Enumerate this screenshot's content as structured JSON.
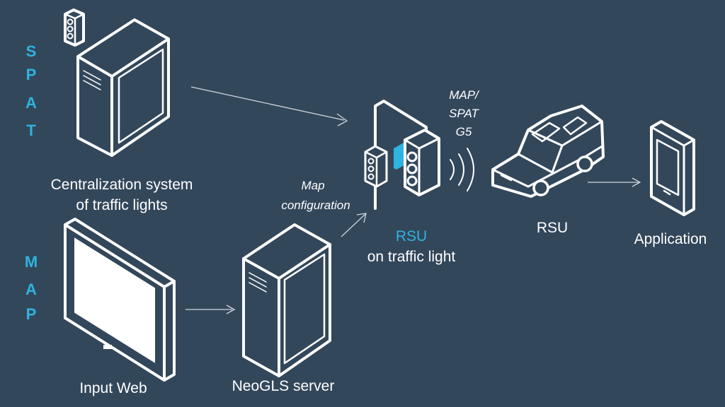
{
  "side_labels": {
    "spat_letters": [
      "S",
      "P",
      "A",
      "T"
    ],
    "map_letters": [
      "M",
      "A",
      "P"
    ]
  },
  "nodes": {
    "central_system_line1": "Centralization system",
    "central_system_line2": "of traffic lights",
    "input_web": "Input Web",
    "neogls_server": "NeoGLS server",
    "rsu_traffic_light_accent": "RSU",
    "rsu_traffic_light_sub": "on traffic light",
    "rsu_vehicle": "RSU",
    "application": "Application"
  },
  "edges": {
    "map_configuration_line1": "Map",
    "map_configuration_line2": "configuration",
    "broadcast_line1": "MAP/",
    "broadcast_line2": "SPAT",
    "broadcast_line3": "G5"
  },
  "colors": {
    "background": "#33475b",
    "accent": "#2fb3e0",
    "line": "#ffffff"
  }
}
